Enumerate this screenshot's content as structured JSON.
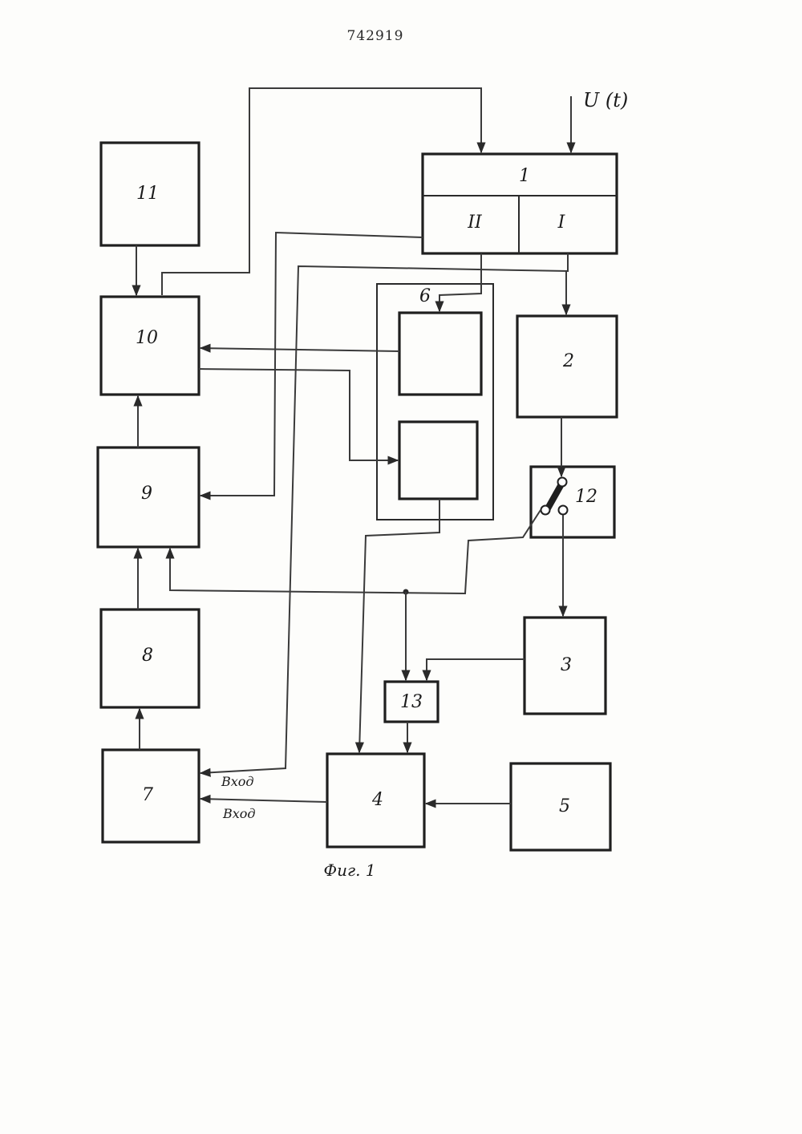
{
  "header": {
    "patent_number": "742919"
  },
  "blocks": {
    "b1": "1",
    "b1_sec_left": "II",
    "b1_sec_right": "I",
    "b2": "2",
    "b3": "3",
    "b4": "4",
    "b5": "5",
    "b6": "6",
    "b7": "7",
    "b8": "8",
    "b9": "9",
    "b10": "10",
    "b11": "11",
    "b12": "12",
    "b13": "13"
  },
  "signals": {
    "input": "U (t)",
    "input_label_1": "Вход",
    "input_label_2": "Вход"
  },
  "caption": "Фиг. 1"
}
